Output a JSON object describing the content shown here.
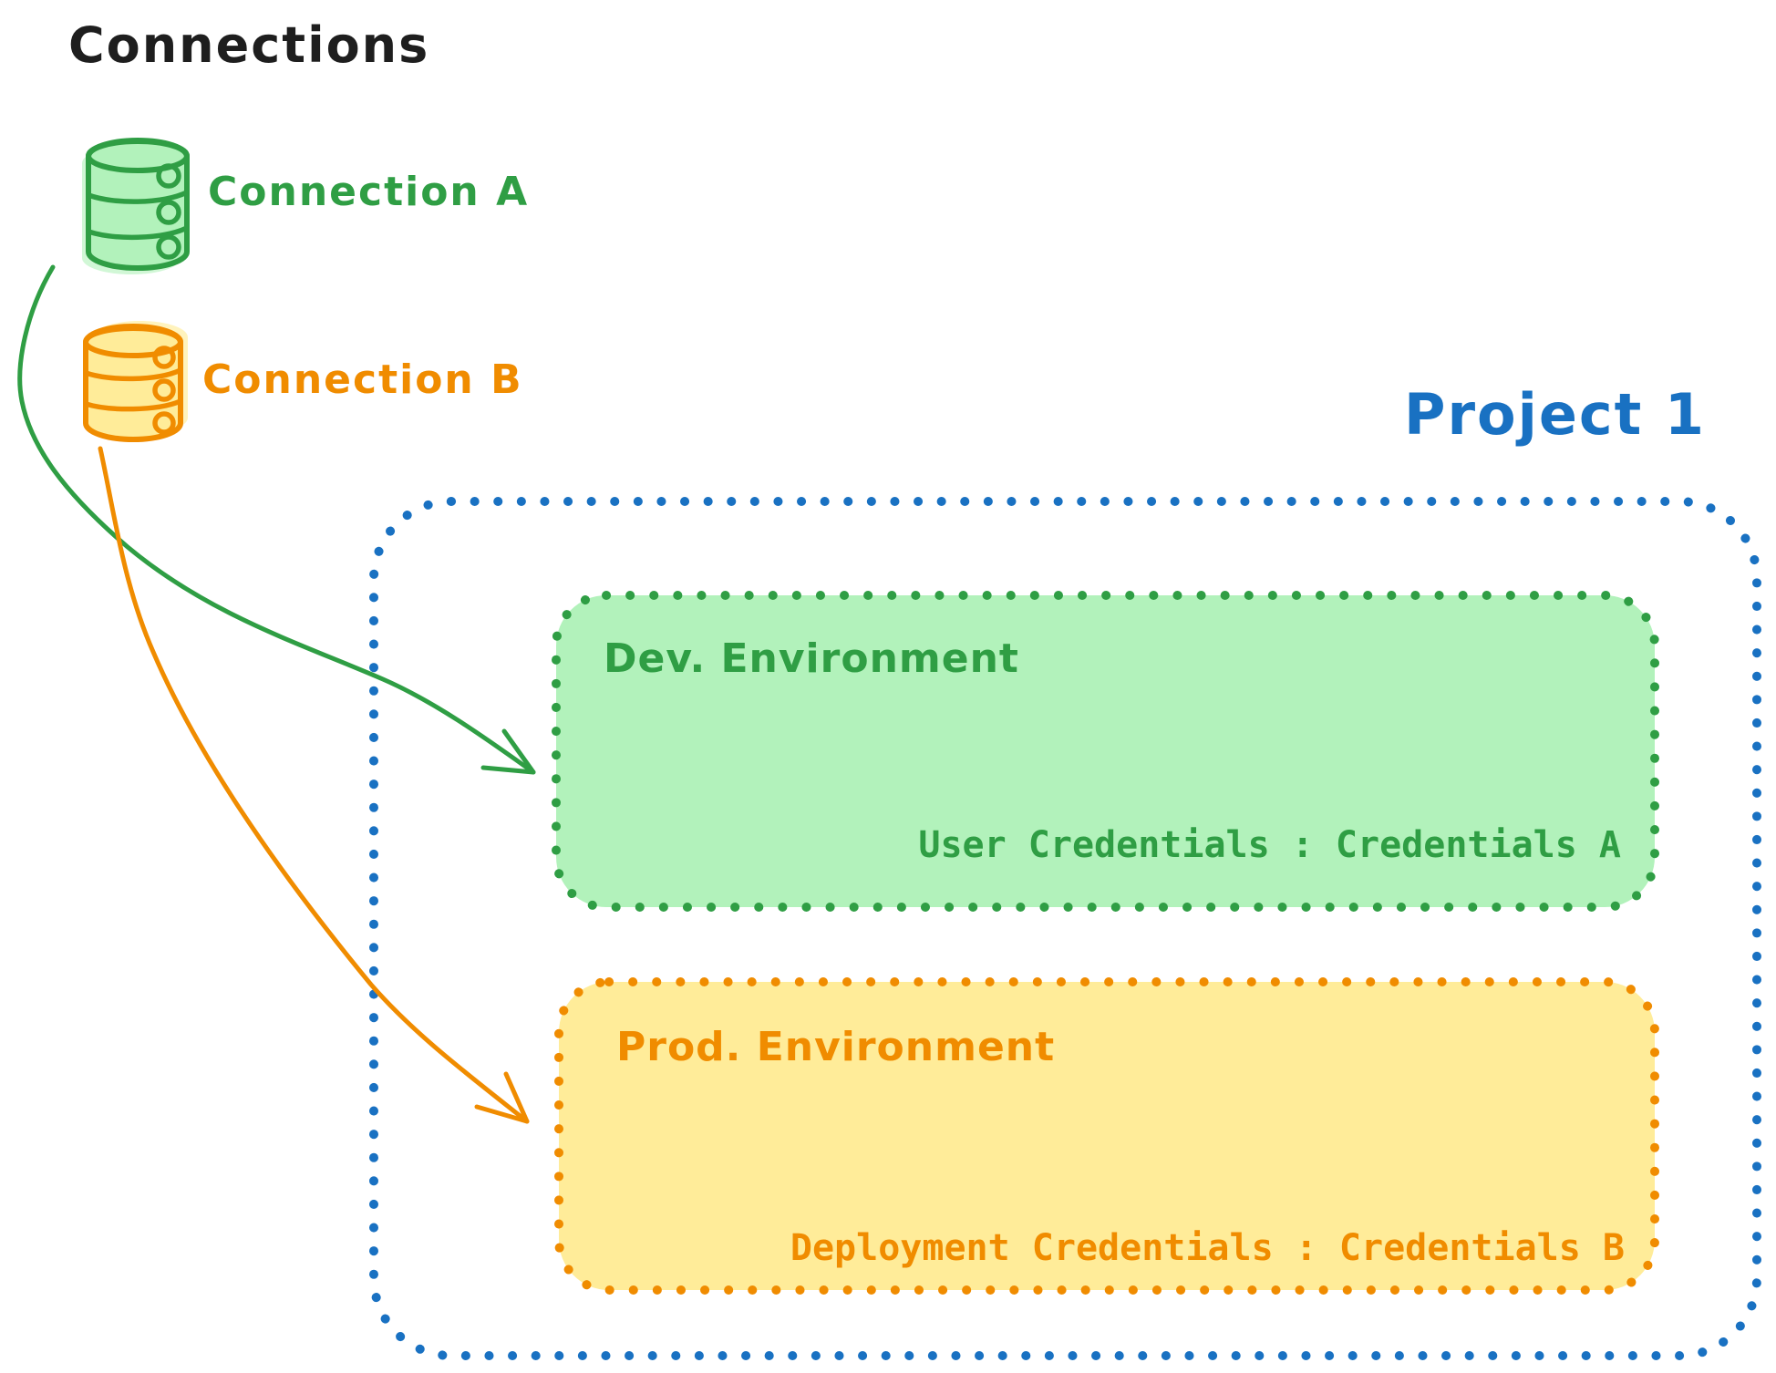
{
  "page": {
    "background": "#ffffff",
    "ink_color": "#1e1e1e"
  },
  "title": {
    "text": "Connections",
    "color": "#1e1e1e"
  },
  "connections": [
    {
      "label": "Connection A",
      "icon": "database-icon",
      "stroke": "#2f9e44",
      "fill": "#b2f2bb"
    },
    {
      "label": "Connection B",
      "icon": "database-icon",
      "stroke": "#f08c00",
      "fill": "#ffec99"
    }
  ],
  "project": {
    "title": "Project 1",
    "border_color": "#1971c2",
    "environments": [
      {
        "label": "Dev. Environment",
        "credentials": "User Credentials : Credentials A",
        "stroke": "#2f9e44",
        "fill": "#b2f2bb"
      },
      {
        "label": "Prod. Environment",
        "credentials": "Deployment Credentials : Credentials B",
        "stroke": "#f08c00",
        "fill": "#ffec99"
      }
    ]
  },
  "arrows": [
    {
      "from": "Connection A",
      "to": "Dev. Environment",
      "color": "#2f9e44"
    },
    {
      "from": "Connection B",
      "to": "Prod. Environment",
      "color": "#f08c00"
    }
  ]
}
